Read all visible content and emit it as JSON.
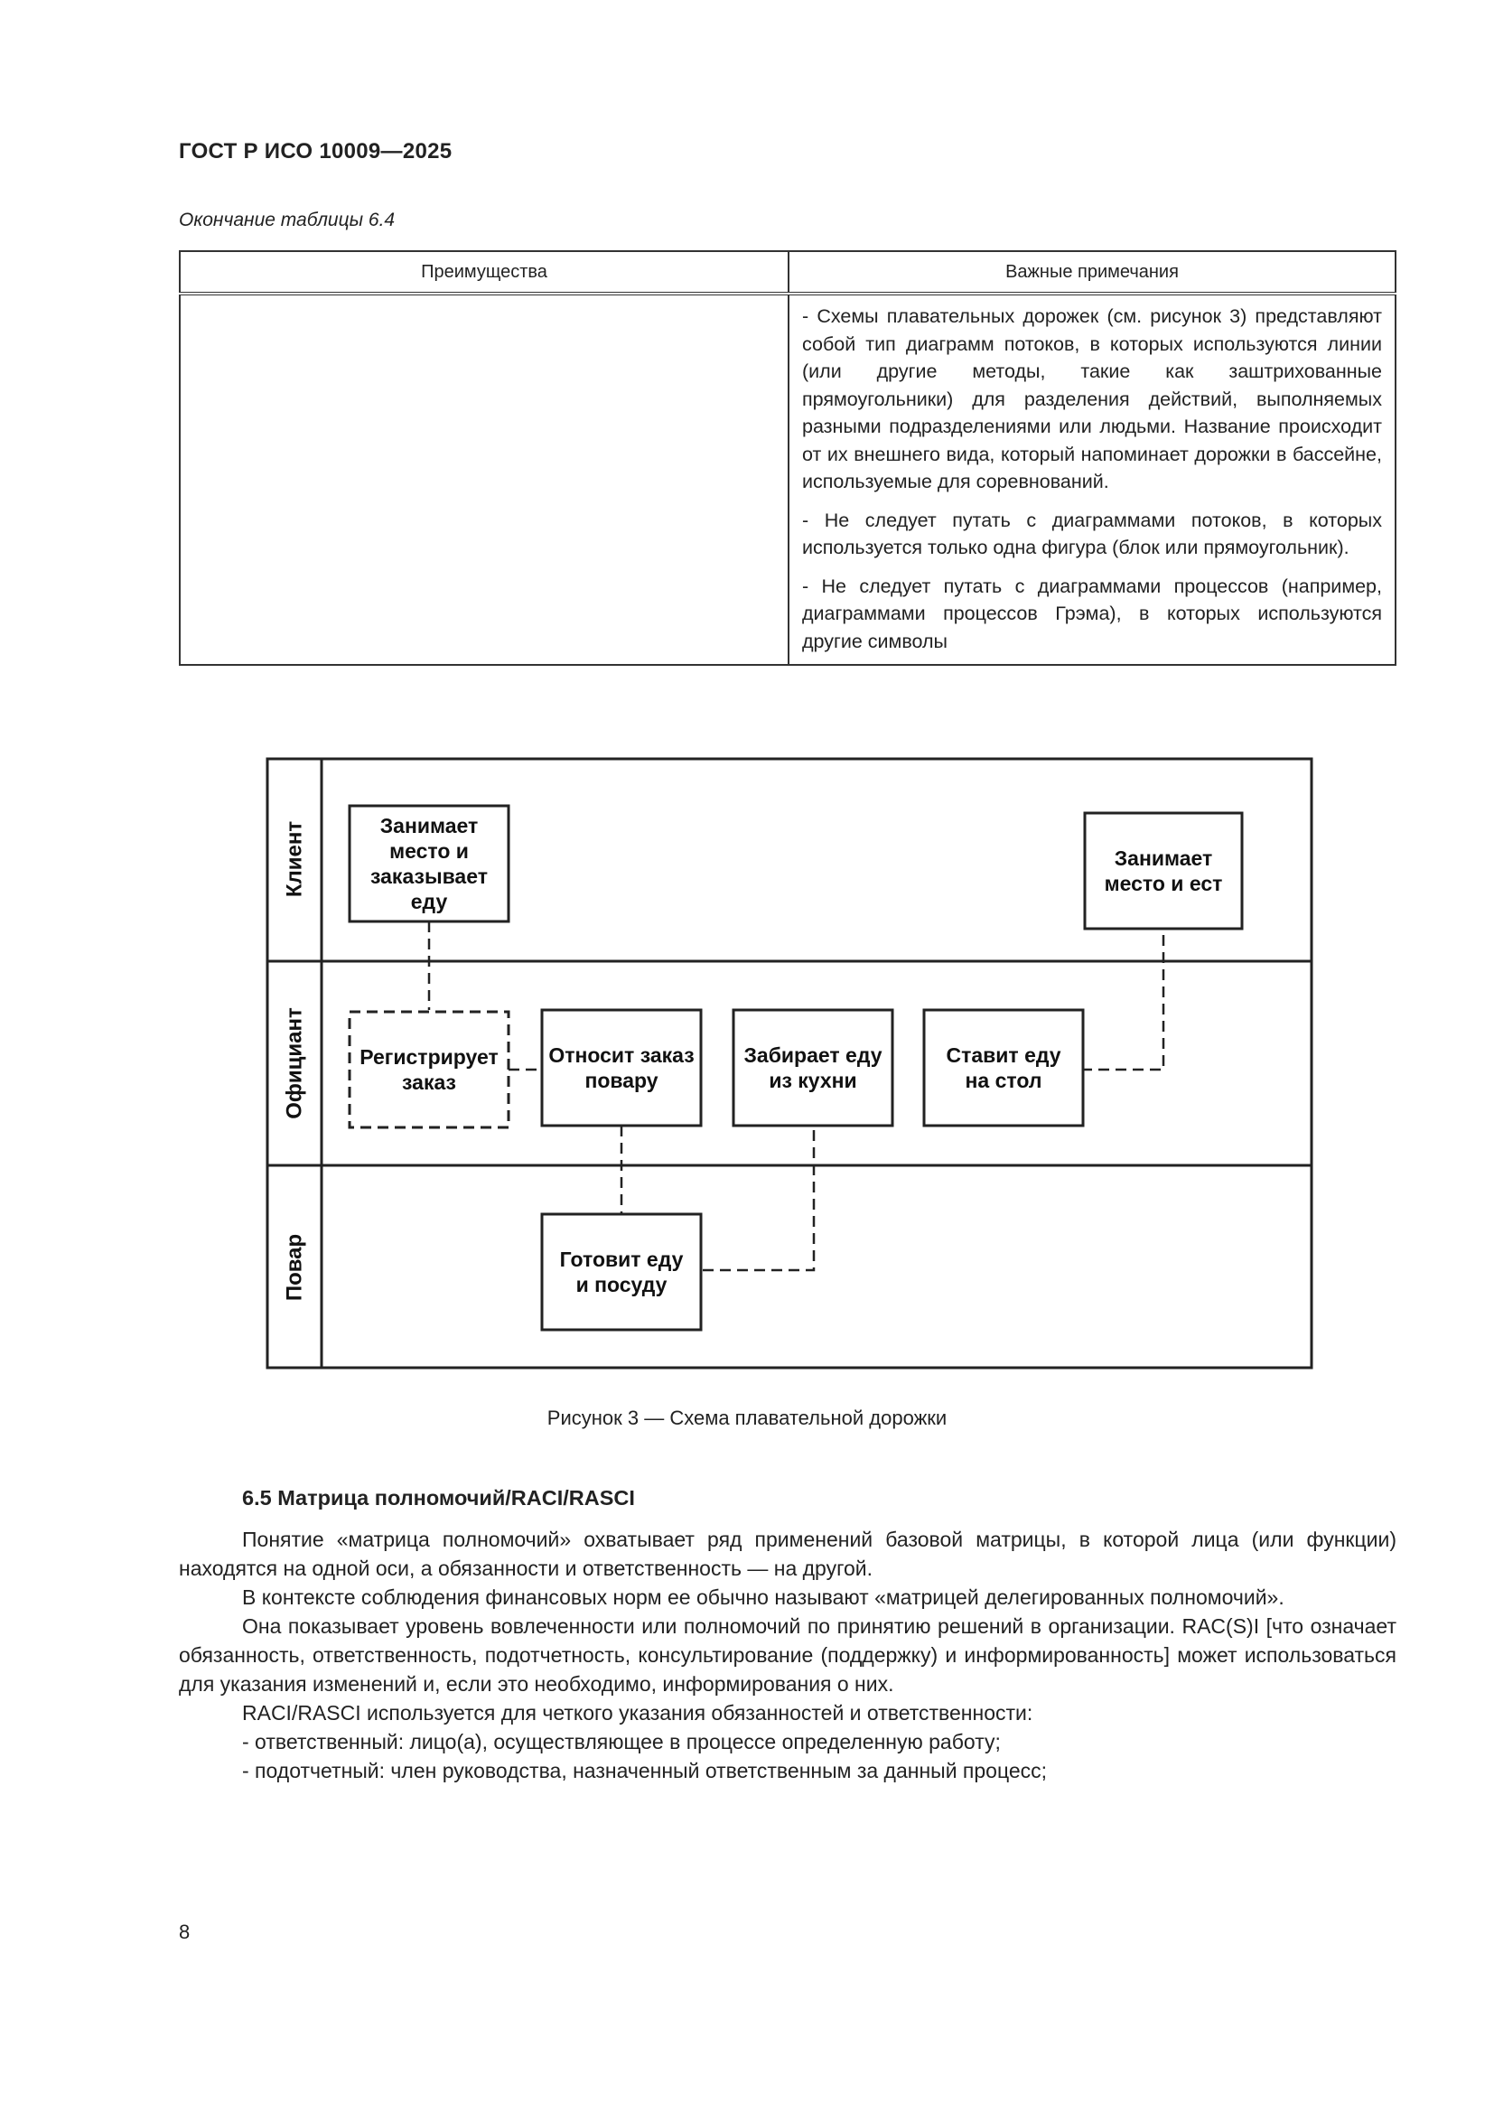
{
  "header": {
    "title": "ГОСТ Р ИСО 10009—2025"
  },
  "table": {
    "caption": "Окончание таблицы 6.4",
    "col1_header": "Преимущества",
    "col2_header": "Важные примечания",
    "col1_text": "",
    "notes": [
      "- Схемы плавательных дорожек (см. рисунок 3) представляют собой тип диаграмм потоков, в которых используются линии (или другие методы, такие как заштрихованные прямоугольники) для разделения действий, выполняемых разными подразделениями или людьми. Название происходит от их внешнего вида, который напоминает дорожки в бассейне, используемые для соревнований.",
      "- Не следует путать с диаграммами потоков, в которых используется только одна фигура (блок или прямоугольник).",
      "- Не следует путать с диаграммами процессов (например, диаграммами процессов Грэма), в которых используются другие символы"
    ]
  },
  "diagram": {
    "lanes": [
      "Клиент",
      "Официант",
      "Повар"
    ],
    "boxes": [
      {
        "id": "b1",
        "lines": [
          "Занимает",
          "место и",
          "заказывает",
          "еду"
        ],
        "dashed": false
      },
      {
        "id": "b2",
        "lines": [
          "Занимает",
          "место и ест"
        ],
        "dashed": false
      },
      {
        "id": "b3",
        "lines": [
          "Регистрирует",
          "заказ"
        ],
        "dashed": true
      },
      {
        "id": "b4",
        "lines": [
          "Относит заказ",
          "повару"
        ],
        "dashed": false
      },
      {
        "id": "b5",
        "lines": [
          "Забирает еду",
          "из кухни"
        ],
        "dashed": false
      },
      {
        "id": "b6",
        "lines": [
          "Ставит еду",
          "на стол"
        ],
        "dashed": false
      },
      {
        "id": "b7",
        "lines": [
          "Готовит еду",
          "и посуду"
        ],
        "dashed": false
      }
    ]
  },
  "figure": {
    "caption": "Рисунок 3 — Схема плавательной дорожки"
  },
  "section": {
    "title": "6.5 Матрица полномочий/RACI/RASCI",
    "paragraphs": [
      "Понятие «матрица полномочий» охватывает ряд применений базовой матрицы, в которой лица (или функции) находятся на одной оси, а обязанности и ответственность — на другой.",
      "В контексте соблюдения финансовых норм ее обычно называют «матрицей делегированных полномочий».",
      "Она показывает уровень вовлеченности или полномочий по принятию решений в организации. RAC(S)I [что означает обязанность, ответственность, подотчетность, консультирование (поддержку) и информированность] может использоваться для указания изменений и, если это необходимо, информирования о них.",
      "RACI/RASCI используется для четкого указания обязанностей и ответственности:"
    ],
    "list": [
      "- ответственный: лицо(а), осуществляющее в процессе определенную работу;",
      "- подотчетный: член руководства, назначенный ответственным за данный процесс;"
    ]
  },
  "footer": {
    "page_number": "8"
  }
}
